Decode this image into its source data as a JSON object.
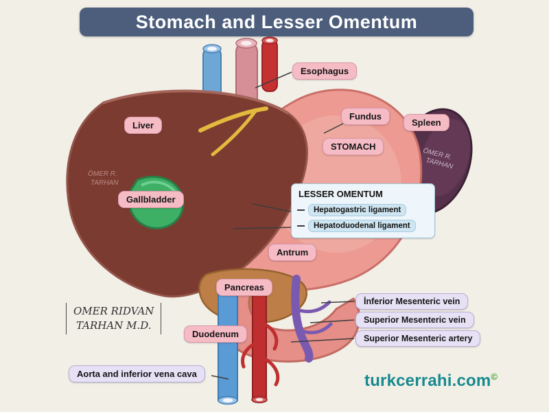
{
  "title": "Stomach and Lesser  Omentum",
  "labels": {
    "liver": "Liver",
    "gallbladder": "Gallbladder",
    "esophagus": "Esophagus",
    "fundus": "Fundus",
    "stomach": "STOMACH",
    "spleen": "Spleen",
    "antrum": "Antrum",
    "pancreas": "Pancreas",
    "duodenum": "Duodenum",
    "inferior_mesenteric_vein": "İnferior Mesenteric vein",
    "superior_mesenteric_vein": "Superior Mesenteric vein",
    "superior_mesenteric_artery": "Superior Mesenteric artery",
    "aorta_ivc": "Aorta and inferior vena cava"
  },
  "lesser_omentum": {
    "header": "LESSER OMENTUM",
    "items": [
      "Hepatogastric ligament",
      "Hepatoduodenal ligament"
    ]
  },
  "signature": {
    "line1": "OMER  RIDVAN",
    "line2": "TARHAN M.D."
  },
  "art_watermark": {
    "line1": "ÖMER R.",
    "line2": "TARHAN"
  },
  "site": {
    "name": "turkcerrahi.com",
    "symbol": "©"
  },
  "colors": {
    "background": "#f2efe7",
    "title_bg": "#4d5e7c",
    "pill_pink": "#f6bcc6",
    "pill_lavender": "#e7e1f5",
    "omentum_panel": "#eef6fb",
    "omentum_item": "#cfe6f2",
    "site_teal": "#17898f",
    "liver": "#7c3b31",
    "stomach": "#ec9a92",
    "spleen": "#56304a",
    "gallbladder": "#3db066",
    "pancreas": "#bd7f47",
    "aorta_red": "#c02f2f",
    "vein_blue": "#5b9bd5",
    "portal_purple": "#7a5ab0",
    "omentum_yellow": "#ecd08a"
  }
}
